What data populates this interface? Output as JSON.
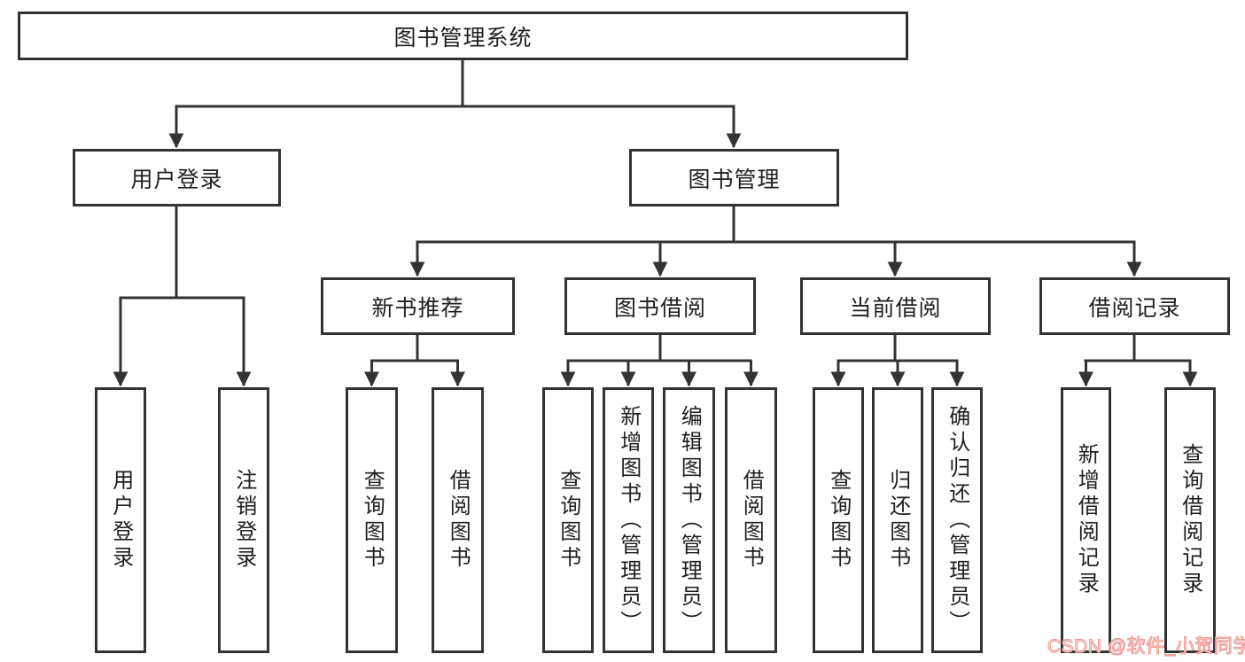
{
  "diagram": {
    "title_node": "图书管理系统",
    "login": {
      "label": "用户登录",
      "children": [
        "用户登录",
        "注销登录"
      ]
    },
    "mgmt": {
      "label": "图书管理",
      "groups": [
        {
          "label": "新书推荐",
          "children": [
            "查询图书",
            "借阅图书"
          ]
        },
        {
          "label": "图书借阅",
          "children": [
            "查询图书",
            "新增图书（管理员）",
            "编辑图书（管理员）",
            "借阅图书"
          ]
        },
        {
          "label": "当前借阅",
          "children": [
            "查询图书",
            "归还图书",
            "确认归还（管理员）"
          ]
        },
        {
          "label": "借阅记录",
          "children": [
            "新增借阅记录",
            "查询借阅记录"
          ]
        }
      ]
    }
  },
  "watermark": "CSDN @软件_小贺同学",
  "colors": {
    "line": "#333333",
    "box_border": "#333333",
    "text": "#1f1f1f",
    "watermark_stroke": "#ef9f9a",
    "background": "#ffffff"
  }
}
